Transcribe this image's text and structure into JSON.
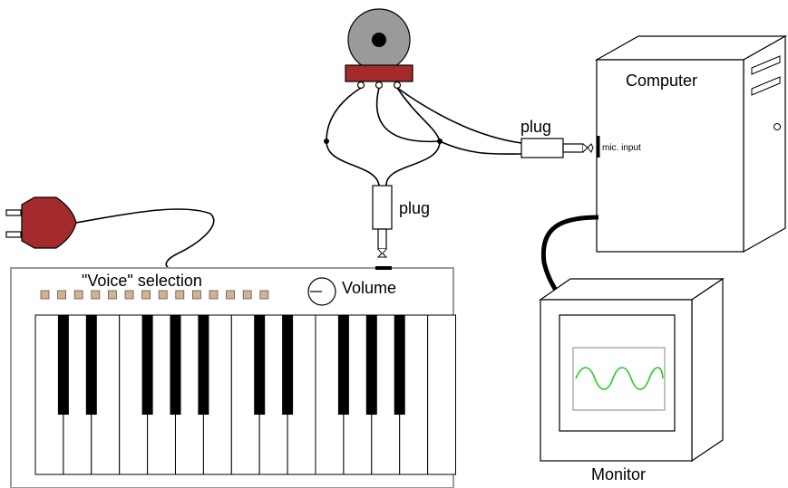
{
  "labels": {
    "computer": "Computer",
    "mic_input": "mic. input",
    "plug_top": "plug",
    "plug_bottom": "plug",
    "voice_selection": "\"Voice\" selection",
    "volume": "Volume",
    "monitor": "Monitor"
  },
  "keyboard": {
    "white_key_count": 15,
    "voice_button_count": 14
  },
  "colors": {
    "plug_red": "#a32b2b",
    "speaker_gray": "#9a9a9a",
    "keyboard_border": "#9a9a9a",
    "button_tan": "#d2b48c",
    "waveform_green": "#22cc22",
    "scope_border": "#9a9a9a"
  },
  "icons": [
    "power-plug-icon",
    "speaker-icon",
    "phone-plug-icon",
    "volume-knob-icon"
  ]
}
